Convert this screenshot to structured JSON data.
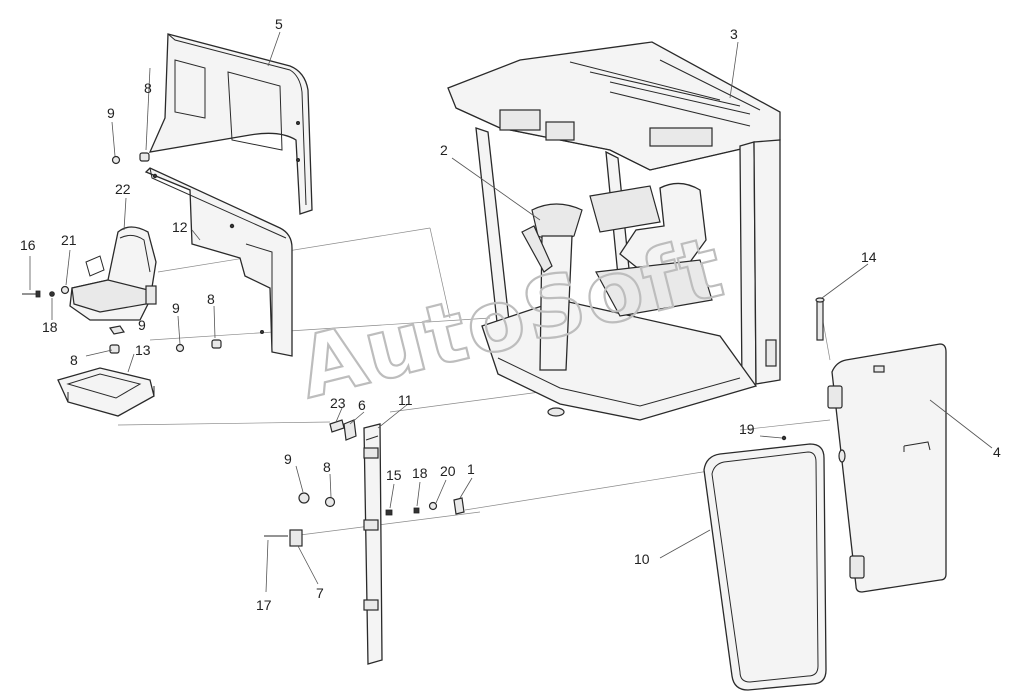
{
  "watermark": "AutoSoft",
  "callouts": [
    {
      "id": "label-1",
      "text": "1"
    },
    {
      "id": "label-2",
      "text": "2"
    },
    {
      "id": "label-3",
      "text": "3"
    },
    {
      "id": "label-4",
      "text": "4"
    },
    {
      "id": "label-5",
      "text": "5"
    },
    {
      "id": "label-6",
      "text": "6"
    },
    {
      "id": "label-7",
      "text": "7"
    },
    {
      "id": "label-8a",
      "text": "8"
    },
    {
      "id": "label-8b",
      "text": "8"
    },
    {
      "id": "label-8c",
      "text": "8"
    },
    {
      "id": "label-8d",
      "text": "8"
    },
    {
      "id": "label-9a",
      "text": "9"
    },
    {
      "id": "label-9b",
      "text": "9"
    },
    {
      "id": "label-9c",
      "text": "9"
    },
    {
      "id": "label-9d",
      "text": "9"
    },
    {
      "id": "label-10",
      "text": "10"
    },
    {
      "id": "label-11",
      "text": "11"
    },
    {
      "id": "label-12",
      "text": "12"
    },
    {
      "id": "label-13",
      "text": "13"
    },
    {
      "id": "label-14",
      "text": "14"
    },
    {
      "id": "label-15",
      "text": "15"
    },
    {
      "id": "label-16",
      "text": "16"
    },
    {
      "id": "label-17",
      "text": "17"
    },
    {
      "id": "label-18a",
      "text": "18"
    },
    {
      "id": "label-18b",
      "text": "18"
    },
    {
      "id": "label-19",
      "text": "19"
    },
    {
      "id": "label-20",
      "text": "20"
    },
    {
      "id": "label-21",
      "text": "21"
    },
    {
      "id": "label-22",
      "text": "22"
    },
    {
      "id": "label-23",
      "text": "23"
    }
  ]
}
